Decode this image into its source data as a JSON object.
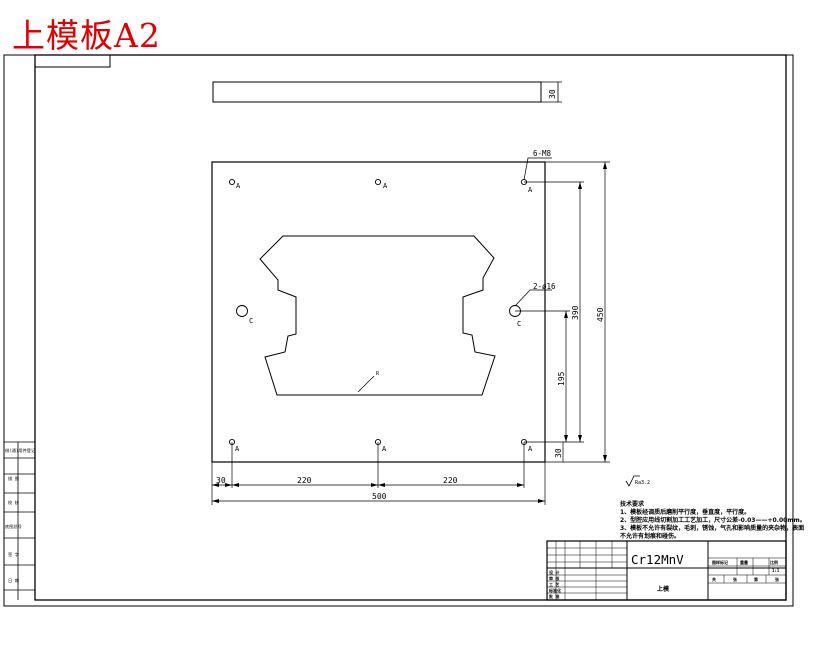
{
  "title": "上模板A2",
  "thread_callout": "6-M8",
  "pin_callout": "2-ø16",
  "hole_labels": {
    "a": "A",
    "c": "C"
  },
  "dims": {
    "thickness": "30",
    "height_total": "450",
    "height_390": "390",
    "height_195": "195",
    "height_30": "30",
    "width_30": "30",
    "width_220_left": "220",
    "width_220_right": "220",
    "width_total": "500"
  },
  "cavity_note": "R",
  "roughness": "Ra3.2",
  "material": "Cr12MnV",
  "part_name": "上模",
  "tech_req": {
    "heading": "技术要求",
    "lines": [
      "1、模板经调质后磨削平行度，垂直度，平行度。",
      "2、型腔应用线切割加工工艺加工，尺寸公差-0.03——+0.00mm。",
      "3、模板不允许有裂纹，毛刺，锈蚀，气孔和影响质量的夹杂物，表面",
      "不允许有划痕和碰伤。"
    ]
  },
  "side_labels": [
    "借(通)用件登记",
    "描 图",
    "校 核",
    "底图总号",
    "签 字",
    "日 期"
  ],
  "title_block": {
    "header": [
      "图样标记",
      "重量",
      "比例"
    ],
    "scale": "1:1",
    "approval_rows": [
      "设 计",
      "审 核",
      "工 艺",
      "标准化",
      "批 准"
    ],
    "sheet": [
      "共",
      "张",
      "第",
      "张"
    ]
  }
}
